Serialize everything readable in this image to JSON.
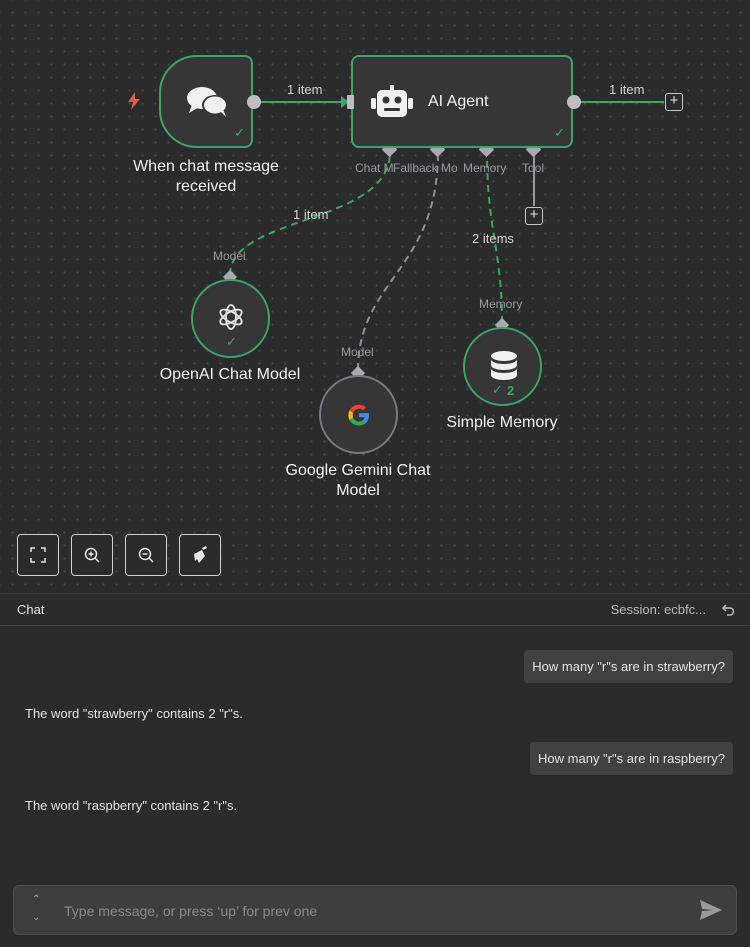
{
  "canvas": {
    "nodes": {
      "trigger": {
        "label_line1": "When chat message",
        "label_line2": "received",
        "output_count": "1 item"
      },
      "agent": {
        "title": "AI Agent",
        "output_count": "1 item",
        "inputs": {
          "chat_model": "Chat M",
          "fallback_model": "Fallback Mo",
          "memory": "Memory",
          "tool": "Tool"
        }
      },
      "openai": {
        "label": "OpenAI Chat Model",
        "handle_label": "Model",
        "edge_count": "1 item"
      },
      "gemini": {
        "label_line1": "Google Gemini Chat",
        "label_line2": "Model",
        "handle_label": "Model"
      },
      "memory": {
        "label": "Simple Memory",
        "handle_label": "Memory",
        "edge_count": "2 items",
        "run_count": "2"
      }
    },
    "accent_color": "#3aa66a",
    "controls": [
      "fit-view",
      "zoom-in",
      "zoom-out",
      "clear-execution"
    ]
  },
  "chat": {
    "title": "Chat",
    "session": "Session: ecbfc...",
    "messages": [
      {
        "role": "user",
        "text": "How many \"r\"s are in strawberry?"
      },
      {
        "role": "assistant",
        "text": "The word \"strawberry\" contains 2 \"r\"s."
      },
      {
        "role": "user",
        "text": "How many \"r\"s are in raspberry?"
      },
      {
        "role": "assistant",
        "text": "The word \"raspberry\" contains 2 \"r\"s."
      }
    ],
    "input": {
      "value": "",
      "placeholder": "Type message, or press ‘up’ for prev one"
    }
  }
}
